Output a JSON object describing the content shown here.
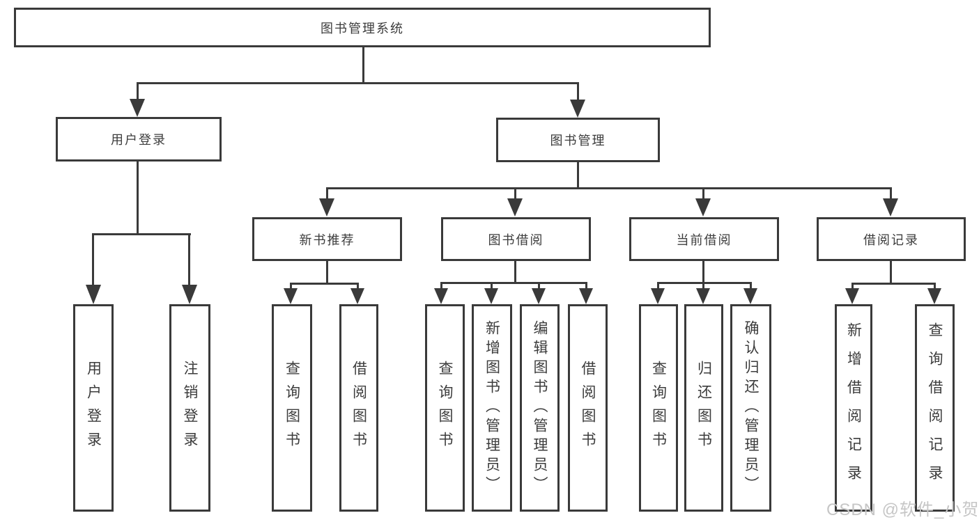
{
  "diagram": {
    "root": {
      "label": "图书管理系统"
    },
    "level2": [
      {
        "label": "用户登录"
      },
      {
        "label": "图书管理"
      }
    ],
    "level3": [
      {
        "label": "新书推荐"
      },
      {
        "label": "图书借阅"
      },
      {
        "label": "当前借阅"
      },
      {
        "label": "借阅记录"
      }
    ],
    "leaves": {
      "user_login": [
        {
          "label": "用户登录"
        },
        {
          "label": "注销登录"
        }
      ],
      "new_book": [
        {
          "label": "查询图书"
        },
        {
          "label": "借阅图书"
        }
      ],
      "book_borrow": [
        {
          "label": "查询图书"
        },
        {
          "label": "新增图书（管理员）"
        },
        {
          "label": "编辑图书（管理员）"
        },
        {
          "label": "借阅图书"
        }
      ],
      "current_borrow": [
        {
          "label": "查询图书"
        },
        {
          "label": "归还图书"
        },
        {
          "label": "确认归还（管理员）"
        }
      ],
      "borrow_record": [
        {
          "label": "新增借阅记录"
        },
        {
          "label": "查询借阅记录"
        }
      ]
    }
  },
  "watermark": {
    "text": "CSDN @软件_小贺同学"
  },
  "colors": {
    "line": "#3a3a3a",
    "background": "#ffffff",
    "watermark": "#c6c6c6"
  }
}
